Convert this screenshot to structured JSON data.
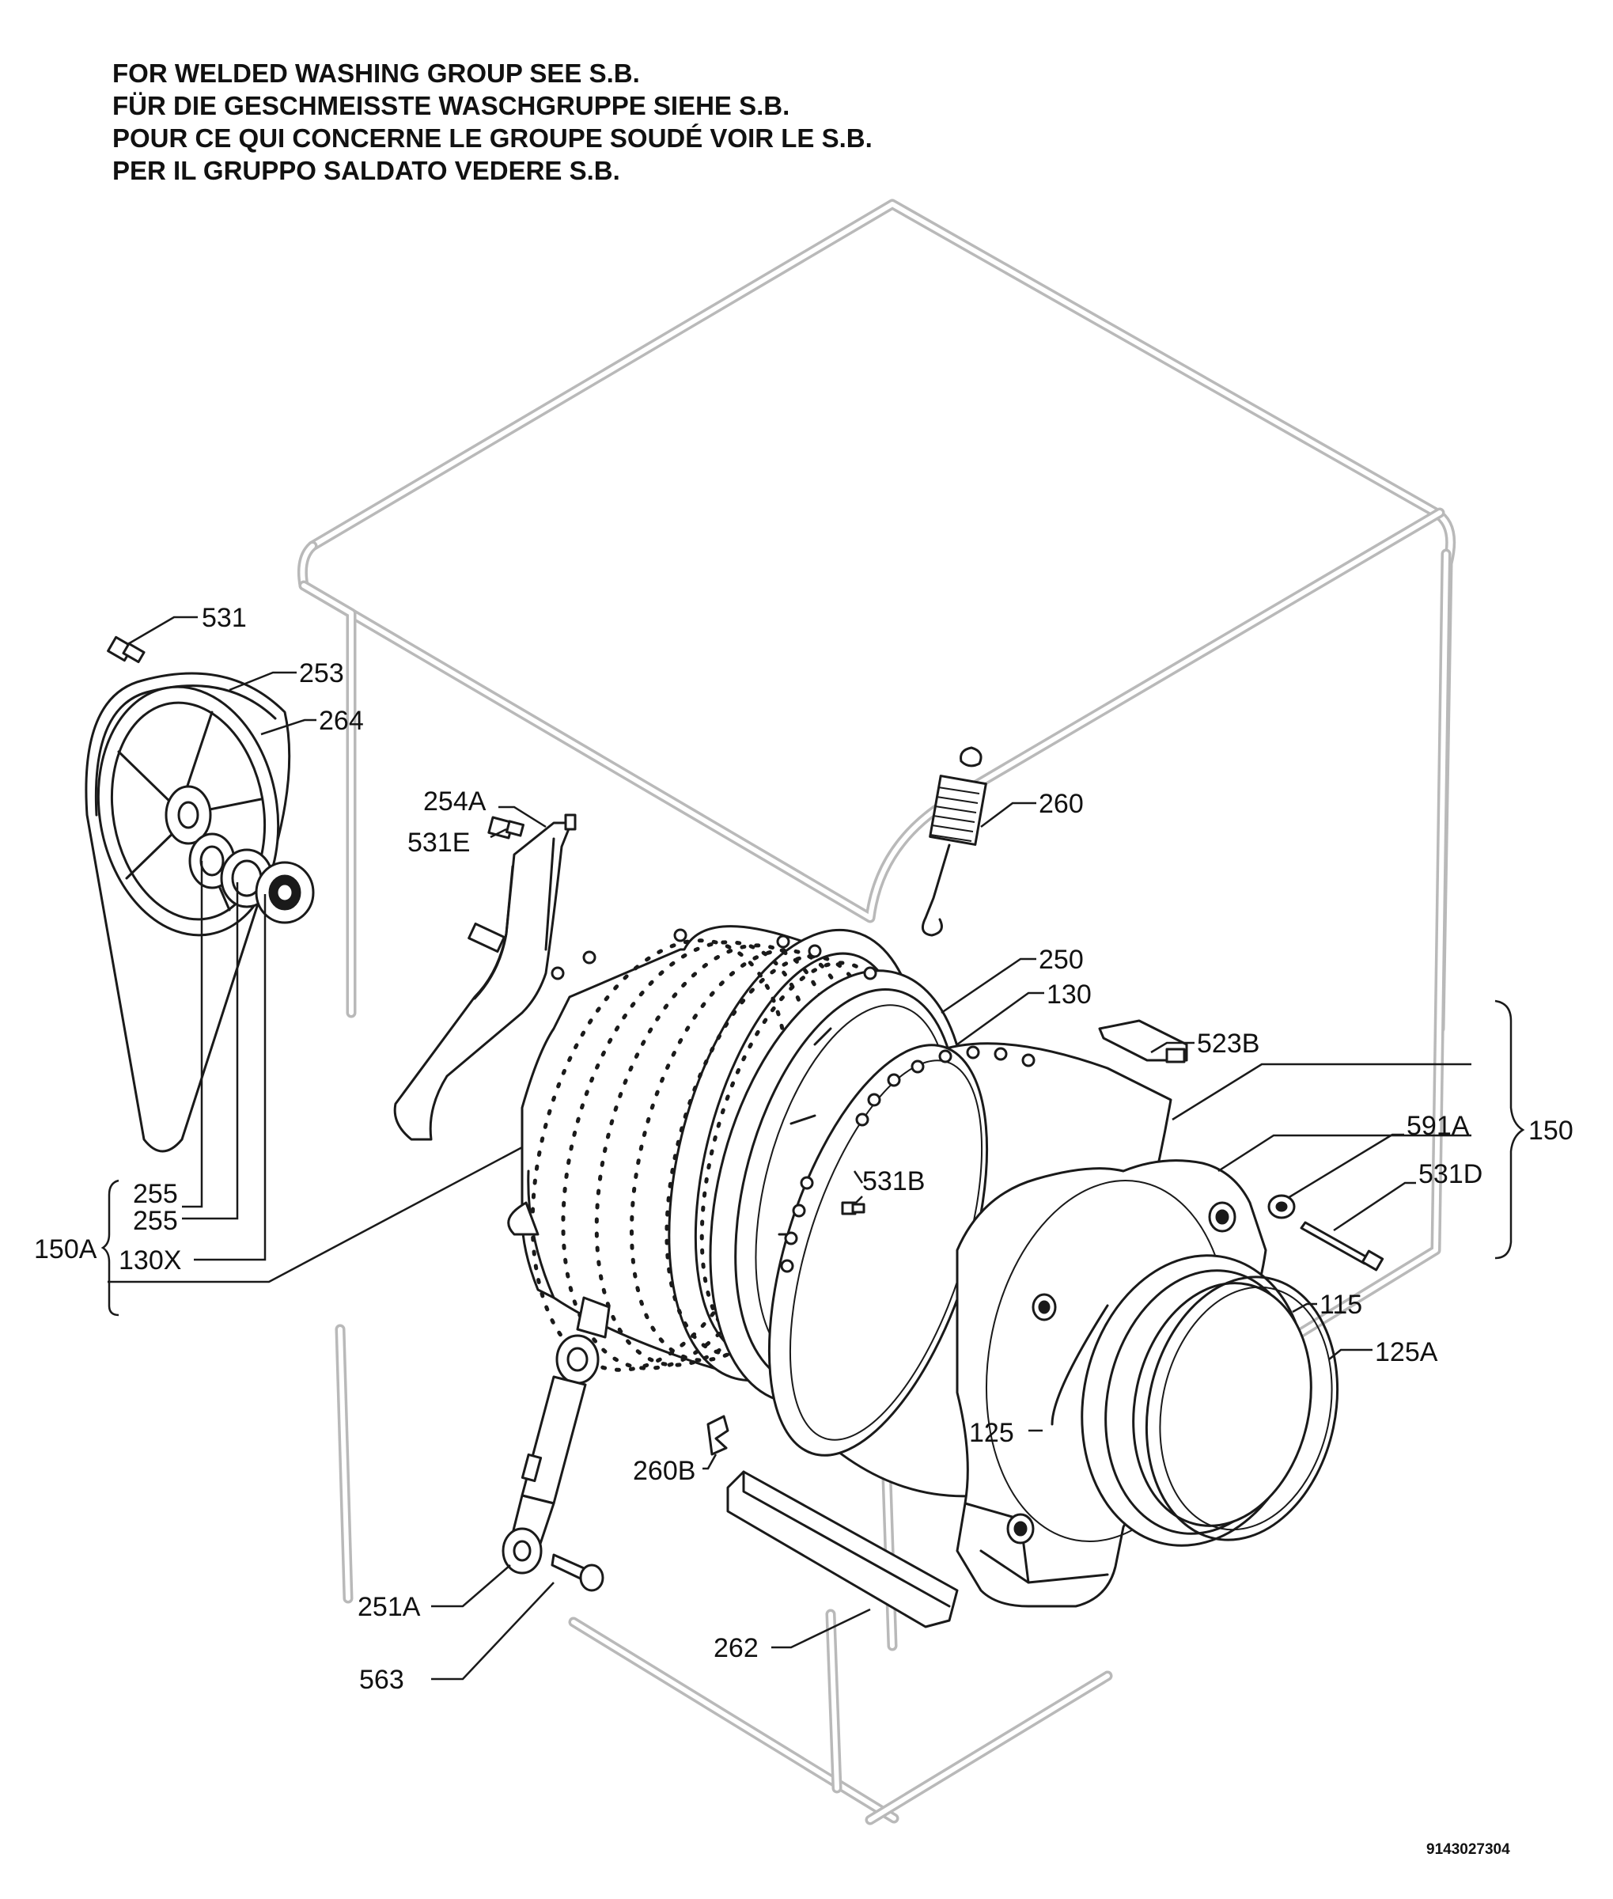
{
  "header": {
    "lines": [
      "FOR WELDED WASHING GROUP SEE S.B.",
      "FÜR DIE GESCHMEISSTE WASCHGRUPPE SIEHE S.B.",
      "POUR CE QUI CONCERNE LE GROUPE SOUDÉ VOIR LE S.B.",
      "PER IL GRUPPO SALDATO VEDERE S.B."
    ]
  },
  "labels": {
    "p531": "531",
    "p253": "253",
    "p264": "264",
    "p254A": "254A",
    "p531E": "531E",
    "p260": "260",
    "p250": "250",
    "p130": "130",
    "p523B": "523B",
    "p150": "150",
    "p591A": "591A",
    "p531D": "531D",
    "p531B": "531B",
    "p150A": "150A",
    "p255a": "255",
    "p255b": "255",
    "p130X": "130X",
    "p115": "115",
    "p125A": "125A",
    "p125": "125",
    "p260B": "260B",
    "p251A": "251A",
    "p262": "262",
    "p563": "563"
  },
  "drawing_code": "9143027304"
}
